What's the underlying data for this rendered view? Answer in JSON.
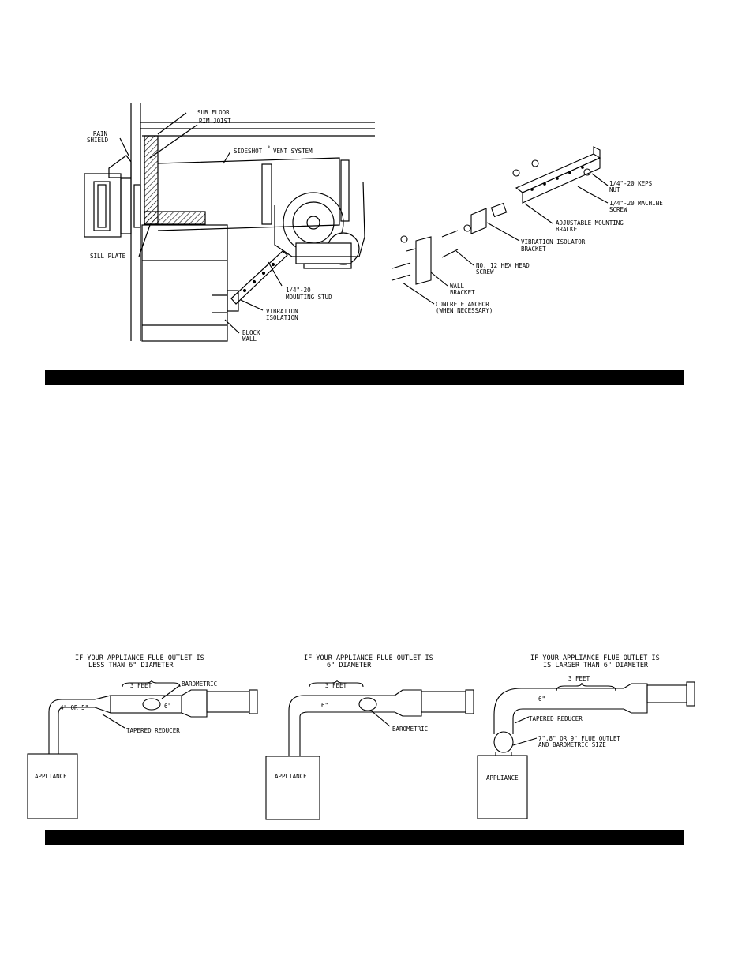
{
  "install_diagram": {
    "labels": {
      "rain_shield_1": "RAIN",
      "rain_shield_2": "SHIELD",
      "sub_floor": "SUB FLOOR",
      "rim_joist": "RIM JOIST",
      "vent_system": "SIDESHOT",
      "vent_system_reg": "®",
      "vent_system_2": "VENT SYSTEM",
      "sill_plate": "SILL PLATE",
      "stud_1": "1/4\"-20",
      "stud_2": "MOUNTING STUD",
      "vib_1": "VIBRATION",
      "vib_2": "ISOLATION",
      "block_1": "BLOCK",
      "block_2": "WALL"
    }
  },
  "bracket_diagram": {
    "labels": {
      "keps_1": "1/4\"-20 KEPS",
      "keps_2": "NUT",
      "machine_1": "1/4\"-20 MACHINE",
      "machine_2": "SCREW",
      "adjustable_1": "ADJUSTABLE MOUNTING",
      "adjustable_2": "BRACKET",
      "isolator_1": "VIBRATION ISOLATOR",
      "isolator_2": "BRACKET",
      "hex_1": "NO. 12 HEX HEAD",
      "hex_2": "SCREW",
      "wall_1": "WALL",
      "wall_2": "BRACKET",
      "anchor_1": "CONCRETE ANCHOR",
      "anchor_2": "(WHEN NECESSARY)"
    }
  },
  "flue_diagrams": [
    {
      "title_1": "IF YOUR APPLIANCE FLUE OUTLET IS",
      "title_2": "LESS THAN 6\" DIAMETER",
      "length": "3 FEET",
      "barometric": "BAROMETRIC",
      "pipe_size_1": "4\" OR 5\"",
      "pipe_size_2": "6\"",
      "reducer": "TAPERED REDUCER",
      "appliance": "APPLIANCE"
    },
    {
      "title_1": "IF YOUR APPLIANCE FLUE OUTLET IS",
      "title_2": "6\" DIAMETER",
      "length": "3 FEET",
      "barometric": "BAROMETRIC",
      "pipe_size_1": "6\"",
      "appliance": "APPLIANCE"
    },
    {
      "title_1": "IF YOUR APPLIANCE FLUE OUTLET IS",
      "title_2": "IS LARGER THAN 6\" DIAMETER",
      "length": "3 FEET",
      "pipe_size_1": "6\"",
      "reducer": "TAPERED REDUCER",
      "note_1": "7\",8\" OR 9\" FLUE OUTLET",
      "note_2": "AND BAROMETRIC SIZE",
      "appliance": "APPLIANCE"
    }
  ]
}
